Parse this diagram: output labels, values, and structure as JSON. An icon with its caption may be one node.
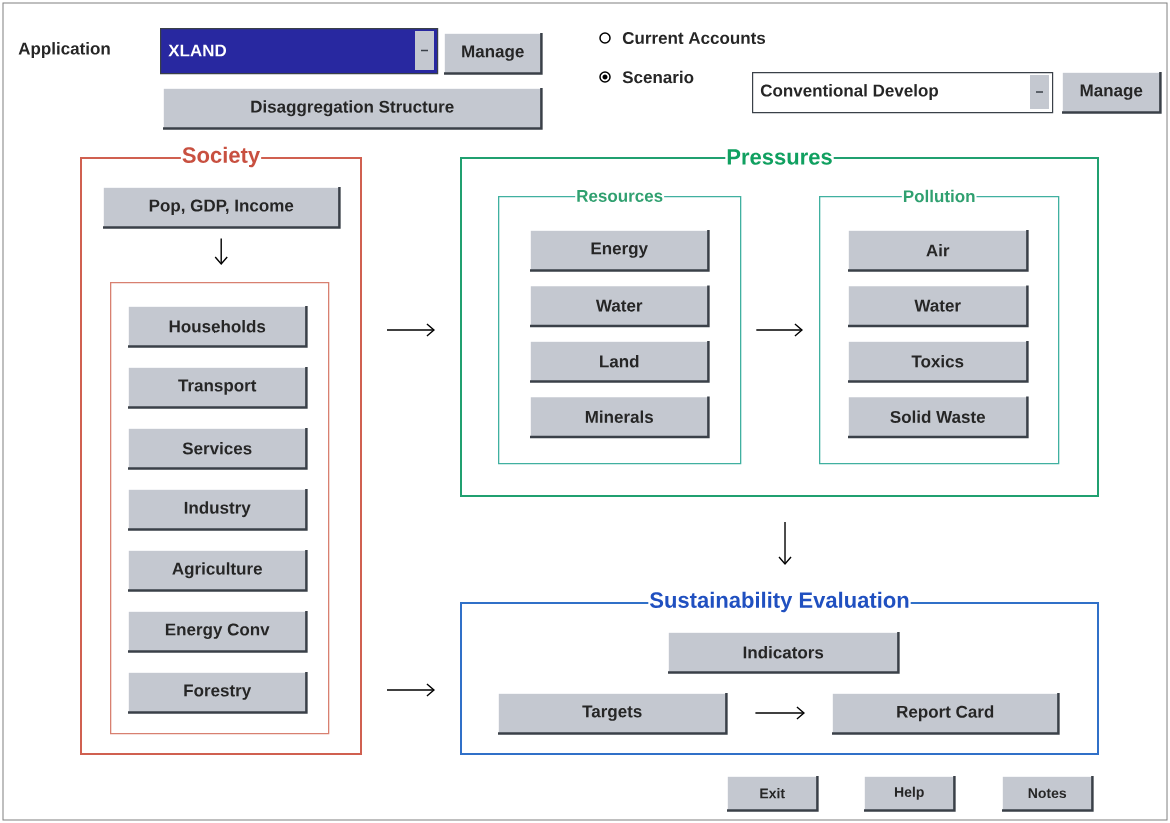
{
  "diagram": {
    "nodes": [
      {
        "text": [
          "XLAND"
        ]
      },
      {
        "text": [
          "Manage"
        ]
      },
      {
        "text": [
          "Disaggregation Structure"
        ]
      },
      {
        "text": [
          "Conventional Develop"
        ]
      },
      {
        "text": [
          "Manage"
        ]
      },
      {
        "text": [
          "Society"
        ]
      },
      {
        "text": [
          "Pop, GDP, Income"
        ],
        "in": 5
      },
      {
        "text": [],
        "shape": "box",
        "in": 5
      },
      {
        "text": [
          "Households"
        ],
        "in": 7
      },
      {
        "text": [
          "Transport"
        ],
        "in": 7
      },
      {
        "text": [
          "Services"
        ],
        "in": 7
      },
      {
        "text": [
          "Industry"
        ],
        "in": 7
      },
      {
        "text": [
          "Agriculture"
        ],
        "in": 7
      },
      {
        "text": [
          "Energy Conv"
        ],
        "in": 7
      },
      {
        "text": [
          "Forestry"
        ],
        "in": 7
      },
      {
        "text": [
          "Pressures"
        ]
      },
      {
        "text": [
          "Resources"
        ],
        "in": 15
      },
      {
        "text": [
          "Energy"
        ],
        "in": 16
      },
      {
        "text": [
          "Water"
        ],
        "in": 16
      },
      {
        "text": [
          "Land"
        ],
        "in": 16
      },
      {
        "text": [
          "Minerals"
        ],
        "in": 16
      },
      {
        "text": [
          "Pollution"
        ],
        "in": 15
      },
      {
        "text": [
          "Air"
        ],
        "in": 21
      },
      {
        "text": [
          "Water"
        ],
        "in": 21
      },
      {
        "text": [
          "Toxics"
        ],
        "in": 21
      },
      {
        "text": [
          "Solid Waste"
        ],
        "in": 21
      },
      {
        "text": [
          "Sustainability Evaluation"
        ]
      },
      {
        "text": [
          "Indicators"
        ],
        "in": 26
      },
      {
        "text": [
          "Targets"
        ],
        "in": 26
      },
      {
        "text": [
          "Report Card"
        ],
        "in": 26
      },
      {
        "text": [
          "Exit"
        ]
      },
      {
        "text": [
          "Help"
        ]
      },
      {
        "text": [
          "Notes"
        ]
      }
    ],
    "edges": [
      {
        "from": 6,
        "to": 7,
        "arrow": "to"
      },
      {
        "from": 5,
        "to": 15,
        "arrow": "to"
      },
      {
        "from": 5,
        "to": 26,
        "arrow": "to"
      },
      {
        "from": 16,
        "to": 21,
        "arrow": "to"
      },
      {
        "from": 15,
        "to": 26,
        "arrow": "to"
      },
      {
        "from": 28,
        "to": 29,
        "arrow": "to"
      }
    ],
    "labels": [
      "Application",
      "Current Accounts",
      "Scenario"
    ]
  }
}
